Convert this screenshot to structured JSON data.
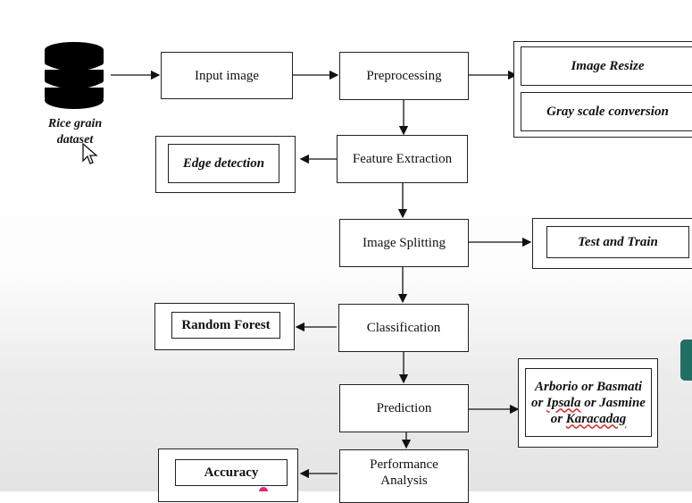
{
  "dataset": {
    "label_line1": "Rice grain",
    "label_line2": "dataset"
  },
  "nodes": {
    "input_image": "Input image",
    "preprocessing": "Preprocessing",
    "feature_extraction": "Feature Extraction",
    "image_splitting": "Image Splitting",
    "classification": "Classification",
    "prediction": "Prediction",
    "performance_line1": "Performance",
    "performance_line2": "Analysis"
  },
  "side_nodes": {
    "image_resize": "Image Resize",
    "gray_scale": "Gray scale conversion",
    "edge_detection": "Edge detection",
    "test_train": "Test and Train",
    "random_forest": "Random Forest",
    "accuracy": "Accuracy",
    "varieties_line1": "Arborio or Basmati",
    "varieties_line2_a": "or ",
    "varieties_line2_b": "Ipsala",
    "varieties_line2_c": " or Jasmine",
    "varieties_line3_a": "or ",
    "varieties_line3_b": "Karacadag"
  }
}
